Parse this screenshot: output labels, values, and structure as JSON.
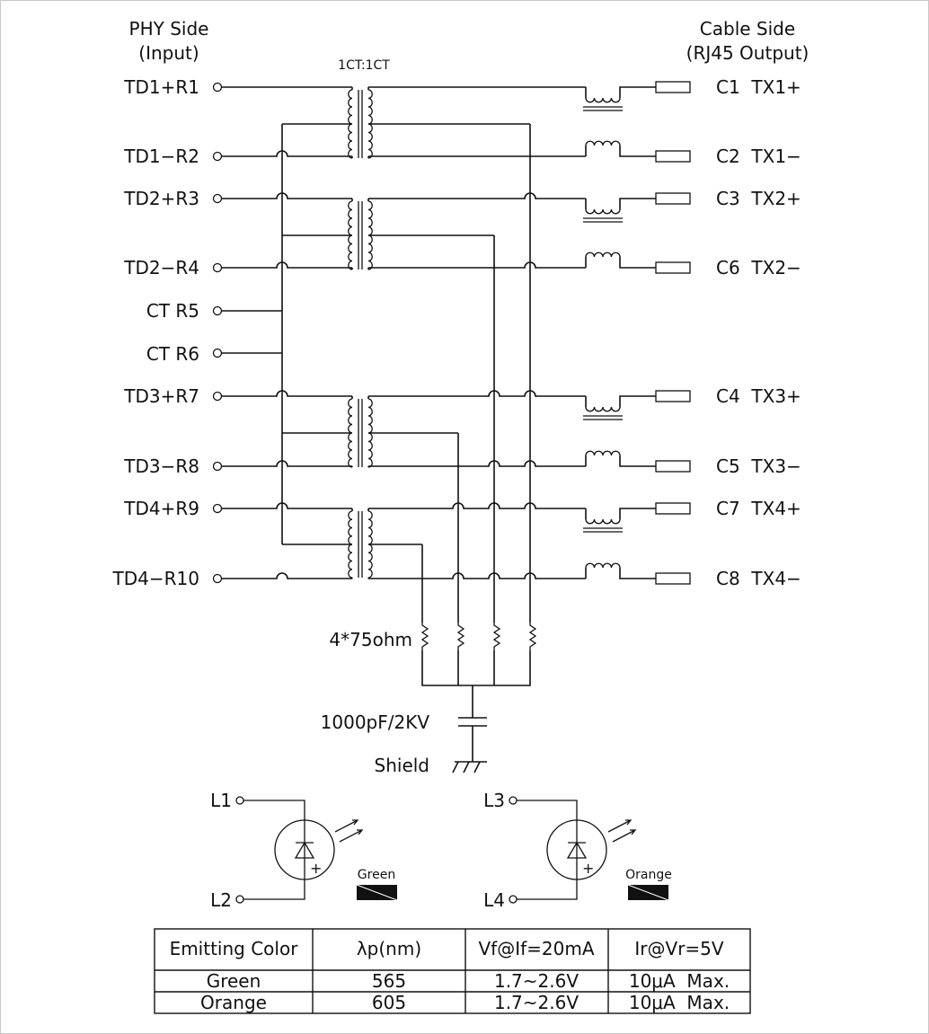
{
  "header": {
    "left_line1": "PHY Side",
    "left_line2": "(Input)",
    "right_line1": "Cable Side",
    "right_line2": "(RJ45 Output)",
    "ratio": "1CT:1CT"
  },
  "phy_pins": [
    "TD1+R1",
    "TD1−R2",
    "TD2+R3",
    "TD2−R4",
    "CT R5",
    "CT R6",
    "TD3+R7",
    "TD3−R8",
    "TD4+R9",
    "TD4−R10"
  ],
  "cable_pins": [
    "C1  TX1+",
    "C2  TX1−",
    "C3  TX2+",
    "C6  TX2−",
    "C4  TX3+",
    "C5  TX3−",
    "C7  TX4+",
    "C8  TX4−"
  ],
  "components": {
    "resistors": "4*75ohm",
    "capacitor": "1000pF/2KV",
    "ground": "Shield"
  },
  "leds": [
    {
      "pin_top": "L1",
      "pin_bottom": "L2",
      "color_label": "Green",
      "plus": "+"
    },
    {
      "pin_top": "L3",
      "pin_bottom": "L4",
      "color_label": "Orange",
      "plus": "+"
    }
  ],
  "table": {
    "headers": [
      "Emitting Color",
      "λp(nm)",
      "Vf@If=20mA",
      "Ir@Vr=5V"
    ],
    "rows": [
      [
        "Green",
        "565",
        "1.7~2.6V",
        "10μA  Max."
      ],
      [
        "Orange",
        "605",
        "1.7~2.6V",
        "10μA  Max."
      ]
    ]
  }
}
